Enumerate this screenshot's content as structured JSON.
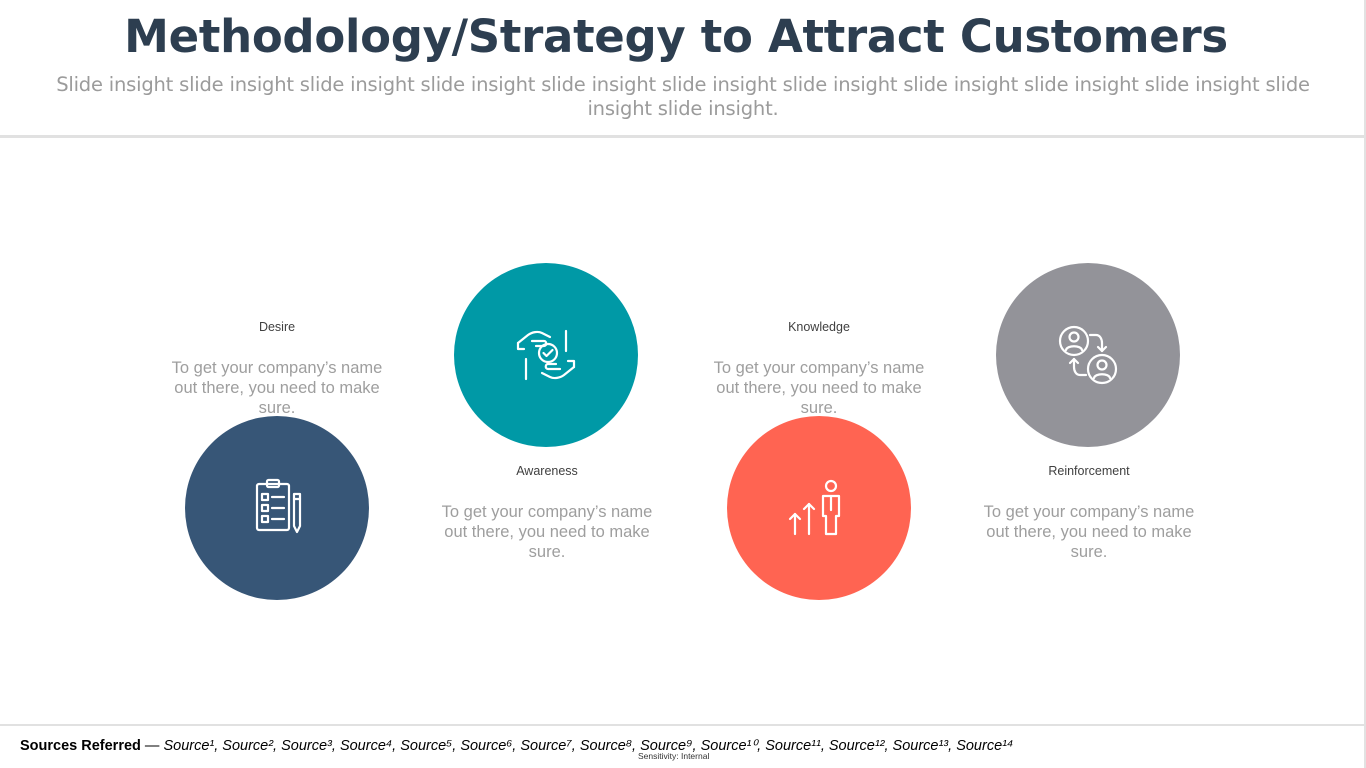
{
  "slide": {
    "title": "Methodology/Strategy to Attract Customers",
    "subtitle": "Slide insight slide insight slide insight slide insight slide insight slide insight slide insight slide insight slide insight slide insight slide insight slide insight."
  },
  "steps": [
    {
      "label": "Desire",
      "description": "To get your company’s name out there, you need to make sure.",
      "color": "#375677",
      "icon": "clipboard-checklist-icon"
    },
    {
      "label": "Awareness",
      "description": "To get your company’s name out there, you need to make sure.",
      "color": "#0099a6",
      "icon": "hands-check-icon"
    },
    {
      "label": "Knowledge",
      "description": "To get your company’s name out there, you need to make sure.",
      "color": "#ff6452",
      "icon": "person-growth-icon"
    },
    {
      "label": "Reinforcement",
      "description": "To get your company’s name out there, you need to make sure.",
      "color": "#939399",
      "icon": "user-exchange-icon"
    }
  ],
  "footer": {
    "sources_label": "Sources Referred",
    "separator": " — ",
    "sources_text": "Source¹, Source², Source³, Source⁴, Source⁵, Source⁶, Source⁷, Source⁸, Source⁹, Source¹⁰, Source¹¹, Source¹², Source¹³, Source¹⁴",
    "sensitivity": "Sensitivity: Internal"
  }
}
